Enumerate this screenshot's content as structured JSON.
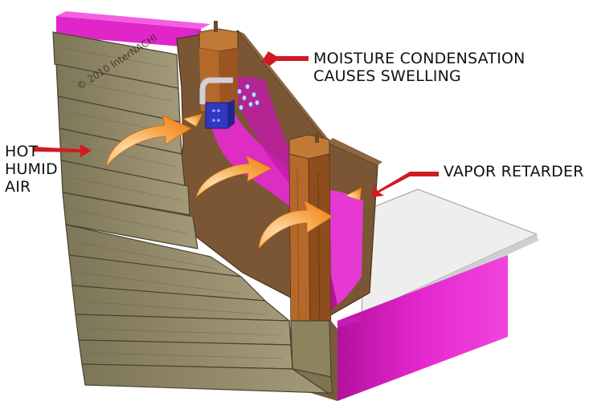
{
  "labels": {
    "moisture_line1": "MOISTURE CONDENSATION",
    "moisture_line2": "CAUSES SWELLING",
    "hot_line1": "HOT",
    "hot_line2": "HUMID",
    "hot_line3": "AIR",
    "vapor": "VAPOR RETARDER"
  },
  "watermark": "© 2010 InterNACHI",
  "colors": {
    "insulation": "#e21fc9",
    "insulation_dark": "#b5129e",
    "sheathing": "#7d5a37",
    "stud": "#b56a2b",
    "siding": "#8e8668",
    "drywall": "#e9e9e9",
    "arrow": "#f59a3a",
    "pointer": "#d11b22",
    "outlet_box": "#3a43c9"
  },
  "icons": [
    "airflow-arrow-icon",
    "pointer-arrow-icon",
    "electrical-box-icon",
    "water-droplet-icon"
  ]
}
